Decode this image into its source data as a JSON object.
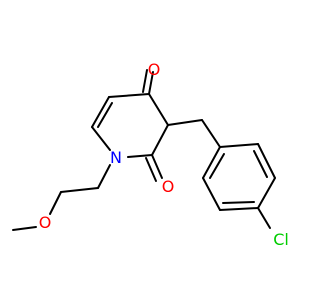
{
  "molecule": {
    "atoms": {
      "O_carbonyl_4": {
        "label": "O",
        "color": "#ff0000"
      },
      "O_carbonyl_2": {
        "label": "O",
        "color": "#ff0000"
      },
      "N_ring": {
        "label": "N",
        "color": "#0000ff"
      },
      "O_ether": {
        "label": "O",
        "color": "#ff0000"
      },
      "Cl": {
        "label": "Cl",
        "color": "#00cc00"
      }
    },
    "bond_color": "#000000",
    "background": "#ffffff"
  }
}
